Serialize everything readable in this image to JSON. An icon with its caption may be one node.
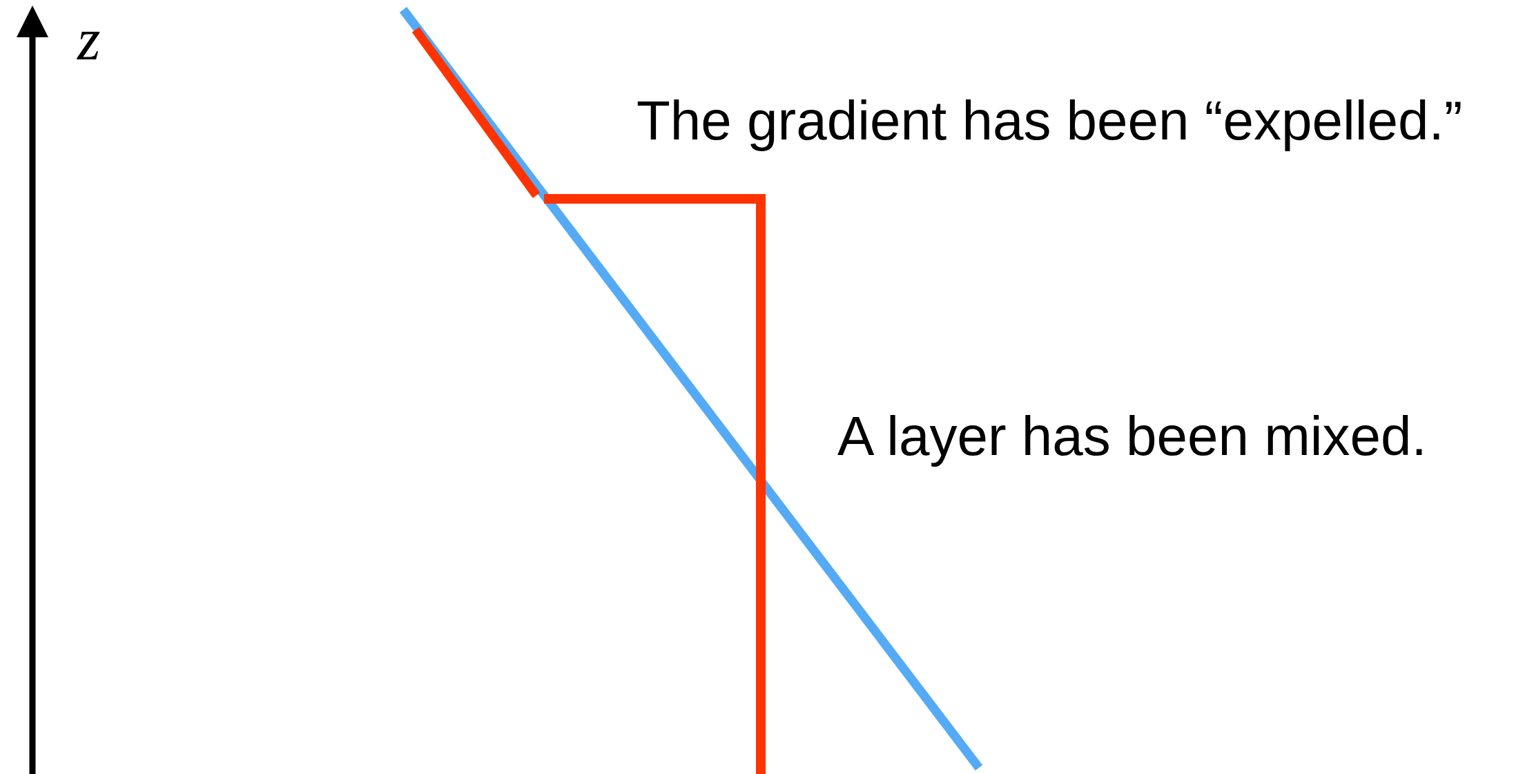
{
  "diagram": {
    "labels": [
      "z",
      "The gradient has been “expelled.”",
      "A layer has been mixed."
    ]
  }
}
